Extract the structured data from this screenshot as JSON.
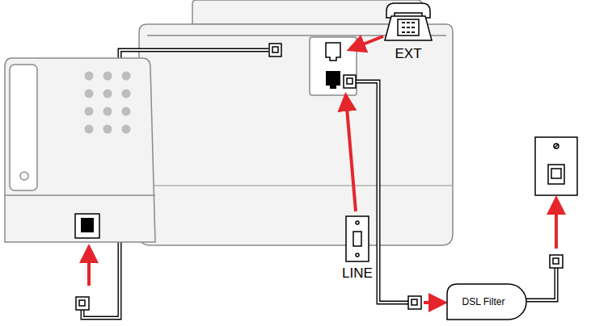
{
  "diagram": {
    "nodes": [
      {
        "text": [
          "DSL Filter"
        ]
      }
    ],
    "labels": [
      "EXT",
      "LINE"
    ]
  }
}
